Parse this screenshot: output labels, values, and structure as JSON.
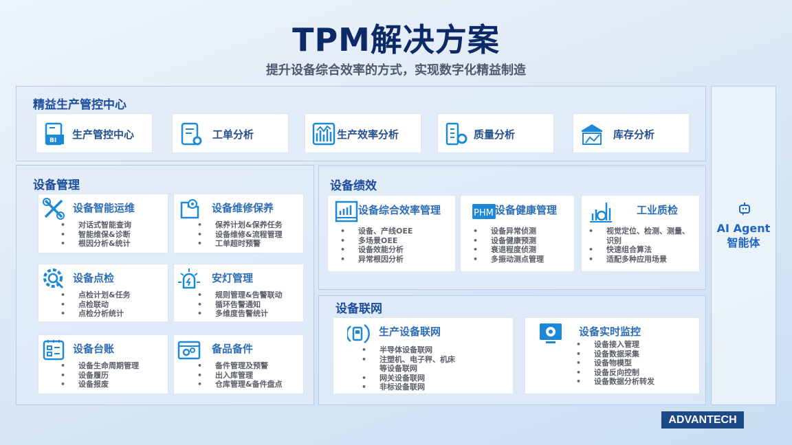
{
  "header": {
    "title": "TPM解决方案",
    "subtitle": "提升设备综合效率的方式，实现数字化精益制造"
  },
  "colors": {
    "accent": "#1e88d8",
    "heading": "#1d4c9c",
    "title": "#0c2a66"
  },
  "lean_center": {
    "heading": "精益生产管控中心",
    "items": [
      {
        "label": "生产管控中心",
        "icon": "bi-report-icon"
      },
      {
        "label": "工单分析",
        "icon": "work-order-gear-icon"
      },
      {
        "label": "生产效率分析",
        "icon": "bar-chart-icon"
      },
      {
        "label": "质量分析",
        "icon": "quality-gear-icon"
      },
      {
        "label": "库存分析",
        "icon": "warehouse-icon"
      }
    ]
  },
  "equipment_mgmt": {
    "heading": "设备管理",
    "cards": [
      {
        "title": "设备智能运维",
        "icon": "wrench-screwdriver-icon",
        "items": [
          "对话式智能查询",
          "智能维保&诊断",
          "根因分析&统计"
        ]
      },
      {
        "title": "设备维修保养",
        "icon": "maintenance-icon",
        "items": [
          "保养计划&保养任务",
          "设备维修&流程管理",
          "工单超时预警"
        ]
      },
      {
        "title": "设备点检",
        "icon": "gear-search-icon",
        "items": [
          "点检计划&任务",
          "点检联动",
          "点检分析统计"
        ]
      },
      {
        "title": "安灯管理",
        "icon": "andon-alarm-icon",
        "items": [
          "规则管理&告警联动",
          "循环告警通知",
          "多维度告警统计"
        ]
      },
      {
        "title": "设备台账",
        "icon": "ledger-icon",
        "items": [
          "设备生命周期管理",
          "设备履历",
          "设备报废"
        ]
      },
      {
        "title": "备品备件",
        "icon": "spare-parts-box-icon",
        "items": [
          "备件管理及预警",
          "出入库管理",
          "仓库管理&备件盘点"
        ]
      }
    ]
  },
  "equipment_perf": {
    "heading": "设备绩效",
    "cards": [
      {
        "title": "设备综合效率管理",
        "icon": "oee-chart-icon",
        "items": [
          "设备、产线OEE",
          "多场景OEE",
          "设备效能分析",
          "异常根因分析"
        ]
      },
      {
        "title": "设备健康管理",
        "icon": "phm-icon",
        "icon_text": "PHM",
        "items": [
          "设备异常侦测",
          "设备健康预测",
          "衰退程度侦测",
          "多振动测点管理"
        ]
      },
      {
        "title": "工业质检",
        "icon": "quality-inspection-icon",
        "items": [
          "视觉定位、检测、测量、识别",
          "快速组合算法",
          "适配多种应用场景"
        ]
      }
    ]
  },
  "equipment_net": {
    "heading": "设备联网",
    "cards": [
      {
        "title": "生产设备联网",
        "icon": "device-signal-icon",
        "items": [
          "半导体设备联网",
          "注塑机、电子秤、机床等设备联网",
          "网关设备联网",
          "非标设备联网"
        ]
      },
      {
        "title": "设备实时监控",
        "icon": "monitor-camera-icon",
        "items": [
          "设备接入管理",
          "设备数据采集",
          "设备物模型",
          "设备反向控制",
          "设备数据分析转发"
        ]
      }
    ]
  },
  "ai_agent": {
    "line1": "AI Agent",
    "line2": "智能体",
    "icon": "robot-icon"
  },
  "logo": {
    "text": "ADVANTECH"
  }
}
